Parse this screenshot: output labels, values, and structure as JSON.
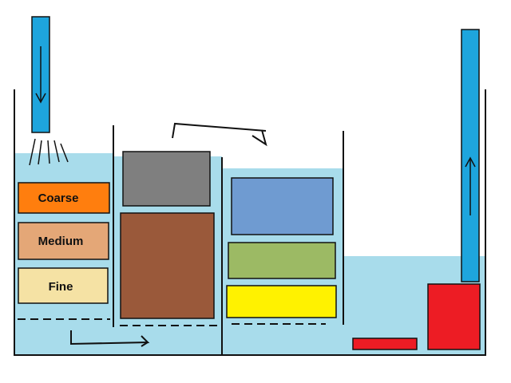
{
  "colors": {
    "water": "#a8dceb",
    "pipe": "#1ea5dd",
    "coarse": "#ff7e0e",
    "medium": "#e4a777",
    "fine": "#f5e2a4",
    "grey_block": "#7f7f7f",
    "brown_block": "#9a593a",
    "blue_block": "#6f9bd1",
    "green_block": "#9cba64",
    "yellow_block": "#fff200",
    "pump": "#ed1c24",
    "outline": "#111111"
  },
  "filter_layers": {
    "coarse": "Coarse",
    "medium": "Medium",
    "fine": "Fine"
  }
}
